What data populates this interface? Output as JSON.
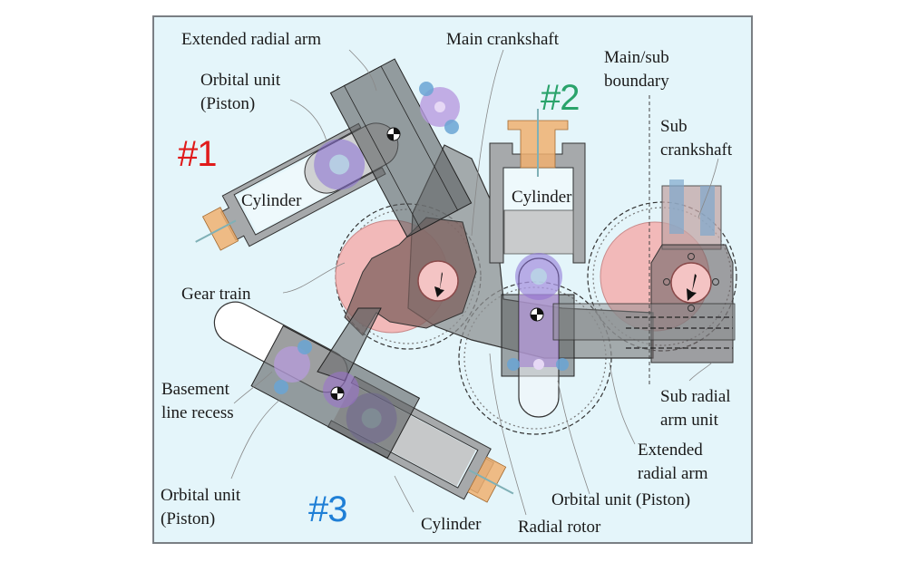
{
  "figure": {
    "unit_numbers": [
      {
        "id": "#1",
        "color": "#e01b1b"
      },
      {
        "id": "#2",
        "color": "#2aa36b"
      },
      {
        "id": "#3",
        "color": "#1f7fd6"
      }
    ],
    "labels": {
      "extended_radial_arm_top": "Extended radial arm",
      "orbital_unit_1_line1": "Orbital unit",
      "orbital_unit_1_line2": "(Piston)",
      "main_crankshaft": "Main crankshaft",
      "main_sub_boundary_line1": "Main/sub",
      "main_sub_boundary_line2": "boundary",
      "sub_crankshaft_line1": "Sub",
      "sub_crankshaft_line2": "crankshaft",
      "cylinder_1": "Cylinder",
      "cylinder_2": "Cylinder",
      "gear_train": "Gear train",
      "basement_line1": "Basement",
      "basement_line2": "line recess",
      "orbital_unit_3_line1": "Orbital unit",
      "orbital_unit_3_line2": "(Piston)",
      "cylinder_3": "Cylinder",
      "radial_rotor": "Radial rotor",
      "orbital_unit_2": "Orbital unit (Piston)",
      "extended_radial_arm_bottom_line1": "Extended",
      "extended_radial_arm_bottom_line2": "radial arm",
      "sub_radial_arm_line1": "Sub radial",
      "sub_radial_arm_line2": "arm unit"
    },
    "colors": {
      "background": "#e4f5fa",
      "metal": "#9a9c9e",
      "metal_dark": "#5e6062",
      "gear_pink": "#f2b9b9",
      "crank_brown": "#8a6e6c",
      "piston_purple": "#9a7fd0",
      "valve_orange": "#f0b070",
      "bolt_blue": "#6aa4d4"
    }
  }
}
